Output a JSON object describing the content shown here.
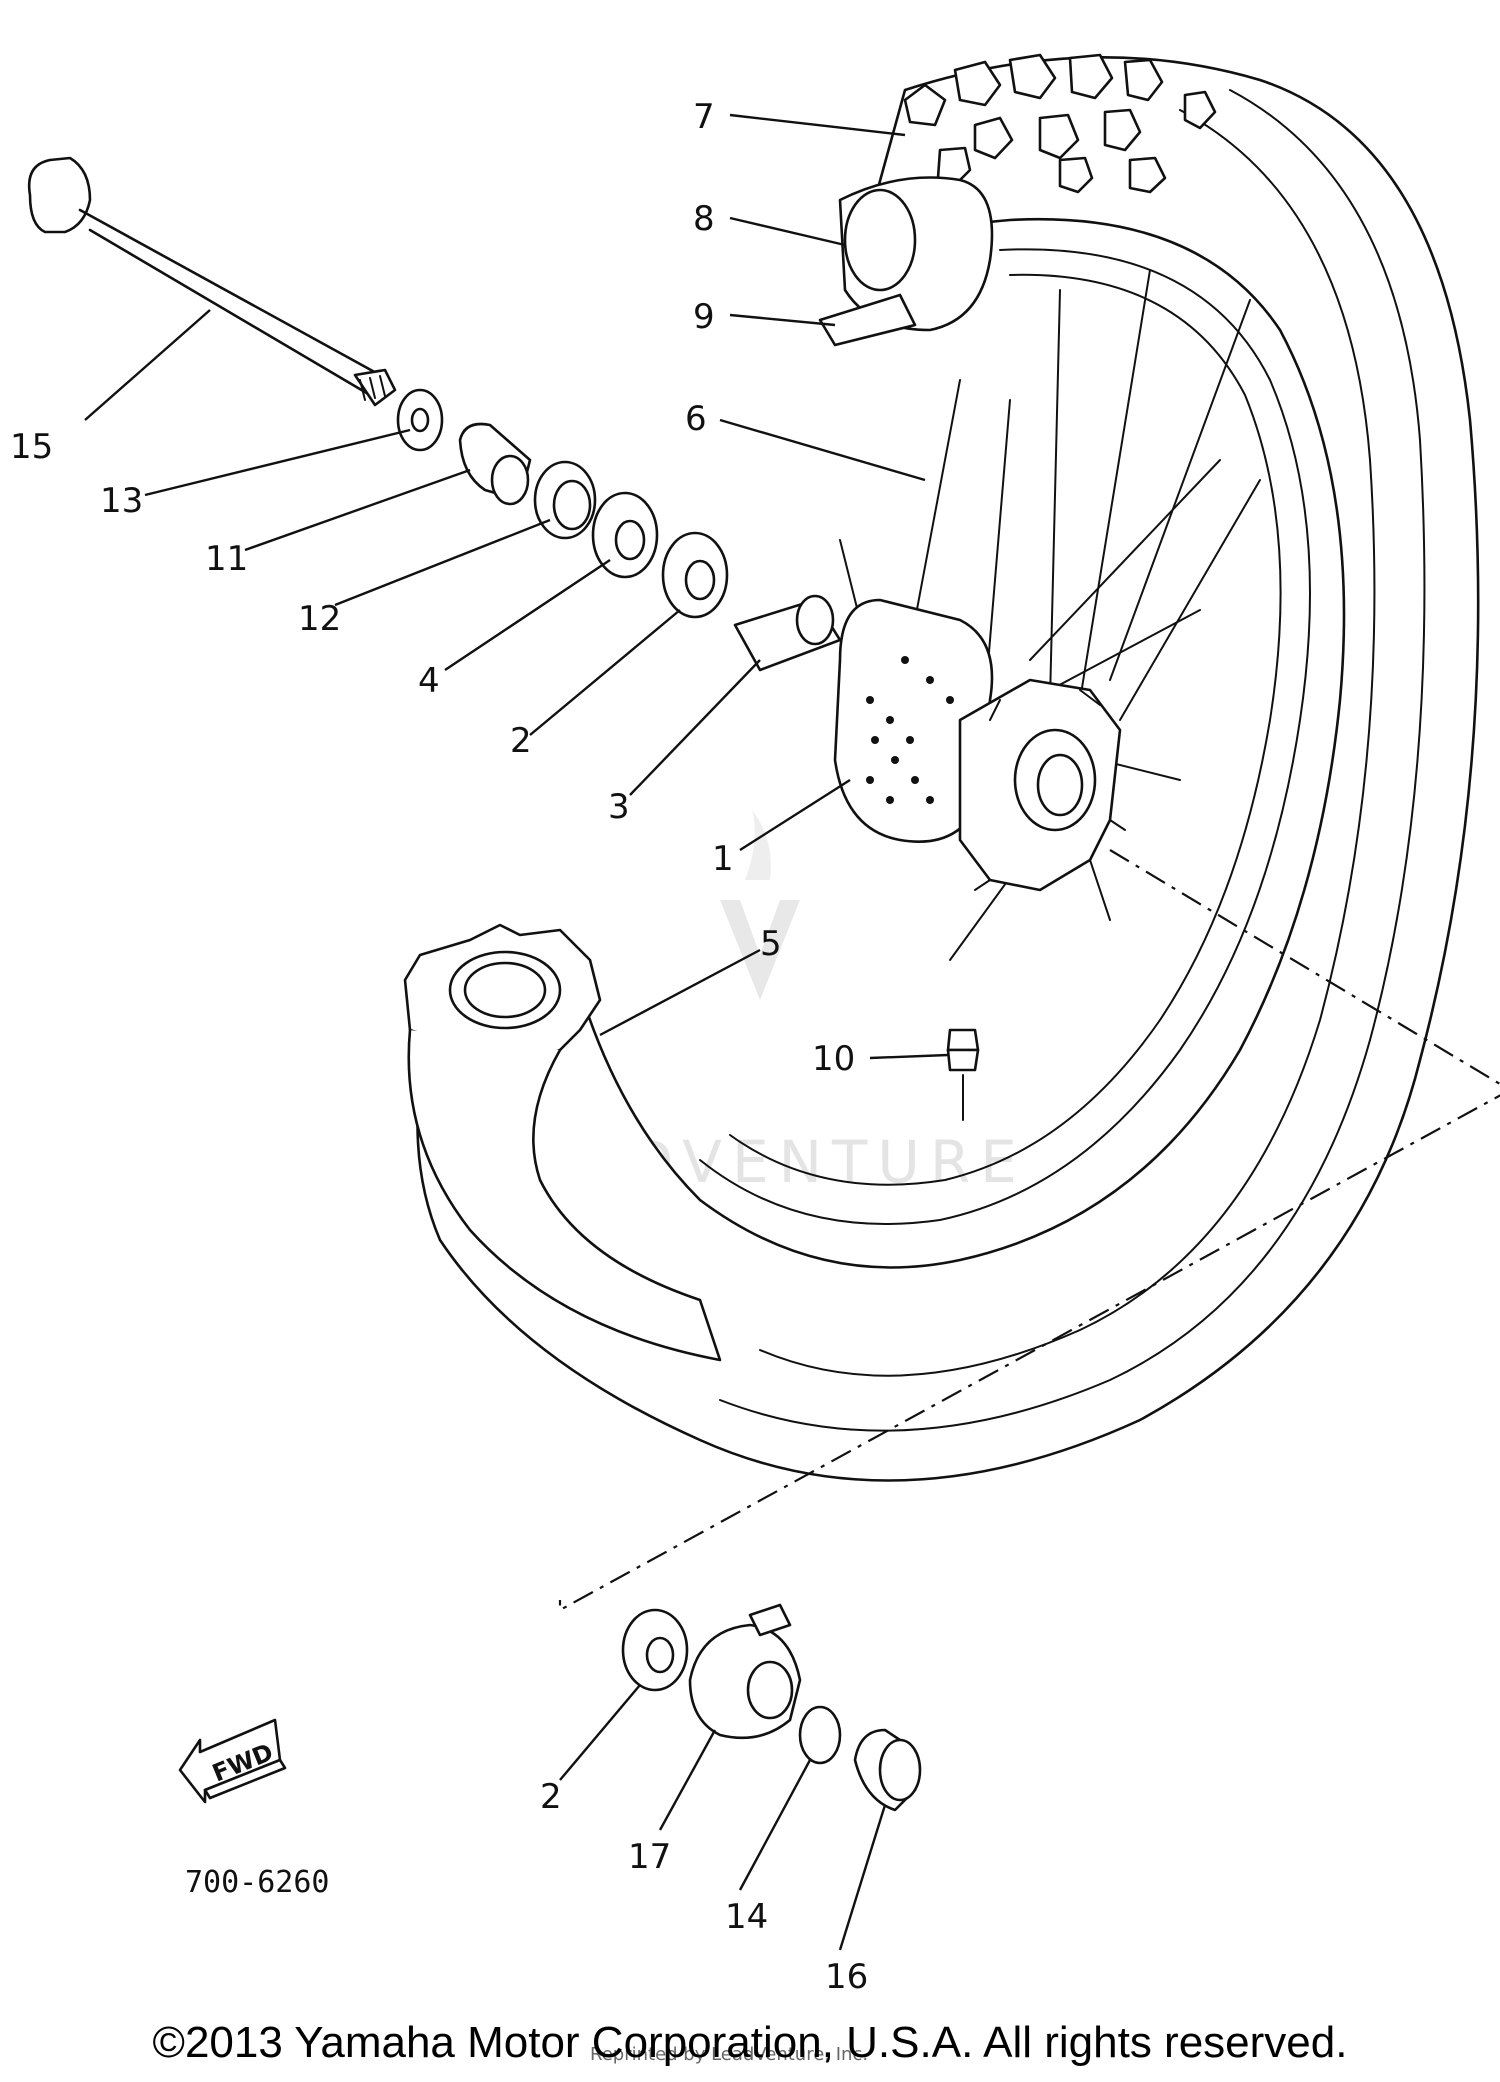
{
  "diagram": {
    "part_callouts": {
      "c1": "1",
      "c2a": "2",
      "c2b": "2",
      "c3": "3",
      "c4": "4",
      "c5": "5",
      "c6": "6",
      "c7": "7",
      "c8": "8",
      "c9": "9",
      "c10": "10",
      "c11": "11",
      "c12": "12",
      "c13": "13",
      "c14": "14",
      "c15": "15",
      "c16": "16",
      "c17": "17"
    },
    "fwd_label": "FWD",
    "diagram_code": "700-6260",
    "watermark_text": "LEADVENTURE",
    "credit_text": "Reprinted by LeadVenture, Inc."
  },
  "footer": {
    "copyright": "©2013 Yamaha Motor Corporation, U.S.A. All rights reserved."
  }
}
